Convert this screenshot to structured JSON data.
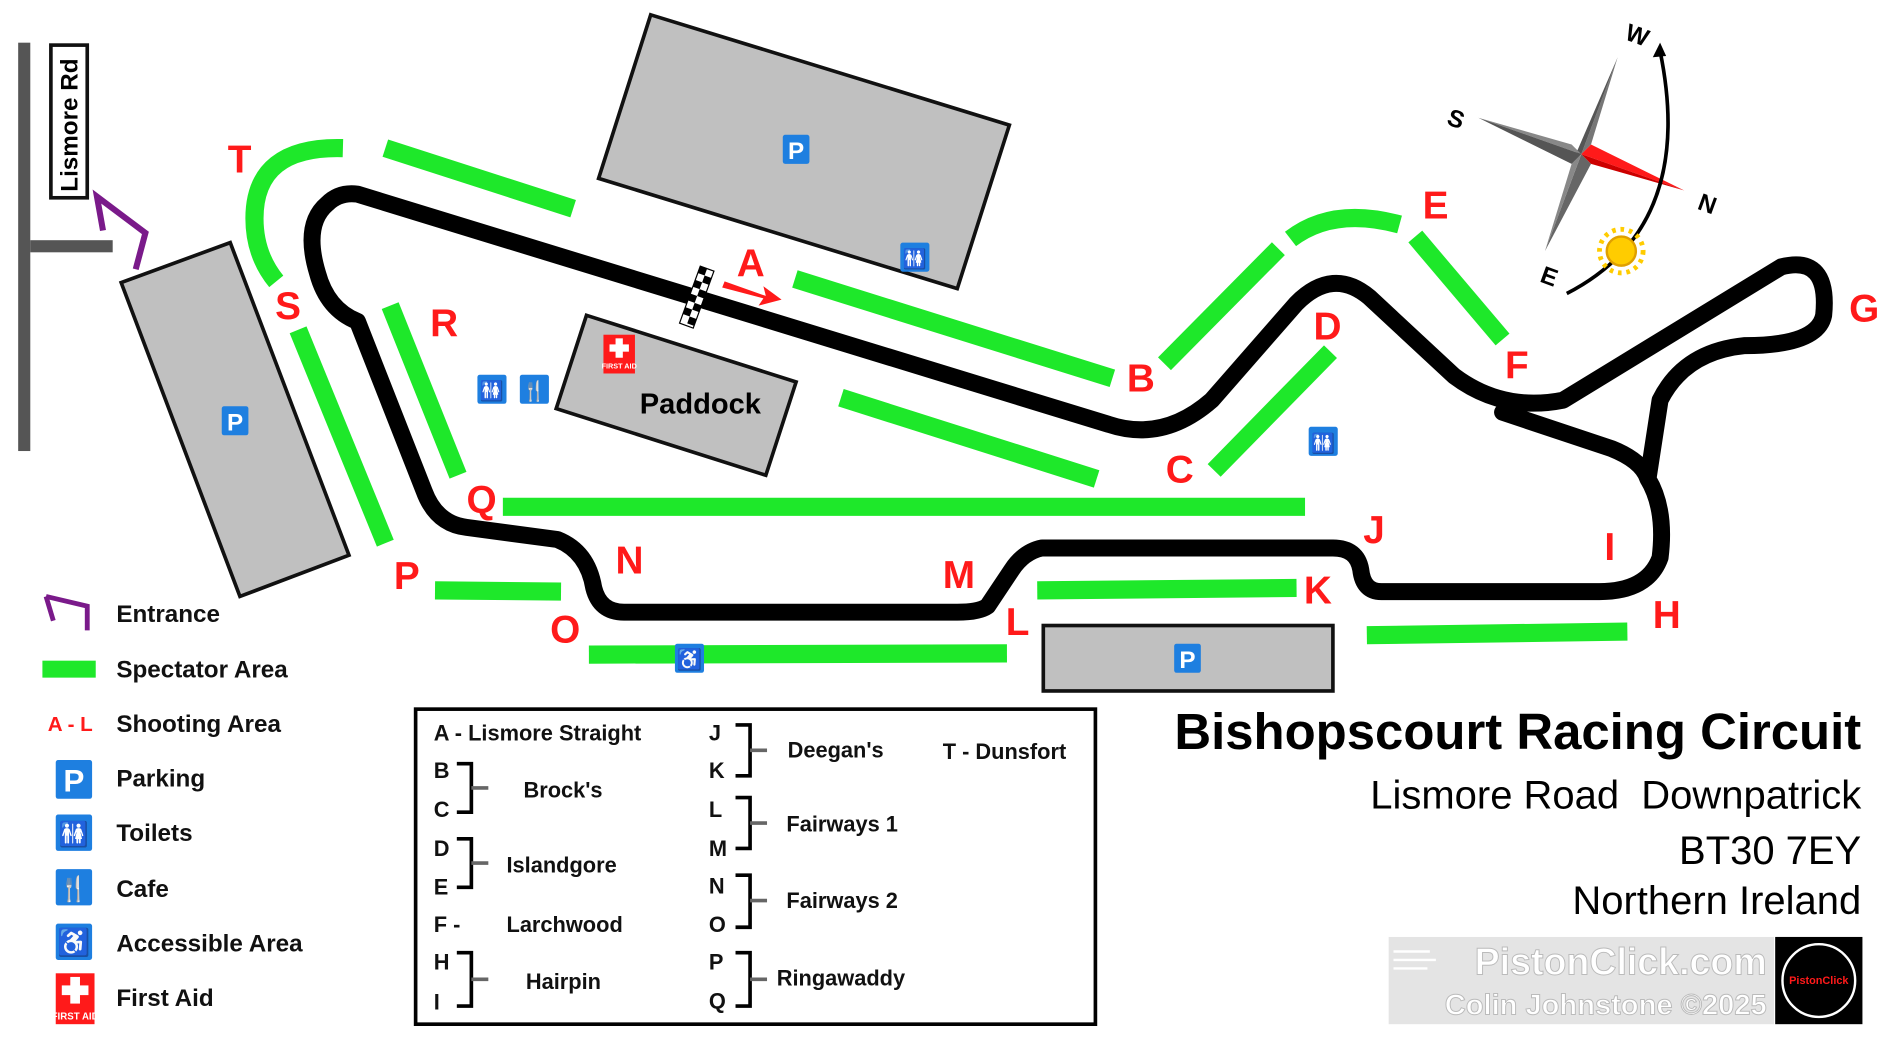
{
  "road": {
    "name": "Lismore Rd"
  },
  "corners": [
    "A",
    "B",
    "C",
    "D",
    "E",
    "F",
    "G",
    "H",
    "I",
    "J",
    "K",
    "L",
    "M",
    "N",
    "O",
    "P",
    "Q",
    "R",
    "S",
    "T"
  ],
  "paddock": "Paddock",
  "first_aid_sign": "FIRST AID",
  "parking_sign": "P",
  "compass": {
    "n": "N",
    "s": "S",
    "e": "E",
    "w": "W"
  },
  "legend": [
    {
      "icon": "entrance-icon",
      "label": "Entrance"
    },
    {
      "icon": "spectator-area-icon",
      "label": "Spectator Area"
    },
    {
      "icon": "shooting-area-icon",
      "symbol": "A - L",
      "label": "Shooting Area"
    },
    {
      "icon": "parking-icon",
      "label": "Parking"
    },
    {
      "icon": "toilets-icon",
      "label": "Toilets"
    },
    {
      "icon": "cafe-icon",
      "label": "Cafe"
    },
    {
      "icon": "accessible-icon",
      "label": "Accessible Area"
    },
    {
      "icon": "first-aid-icon",
      "label": "First Aid"
    }
  ],
  "key": {
    "a": "A - Lismore Straight",
    "bc": {
      "letters": [
        "B",
        "C"
      ],
      "name": "Brock's"
    },
    "de": {
      "letters": [
        "D",
        "E"
      ],
      "name": "Islandgore"
    },
    "f": {
      "letter": "F -",
      "name": "Larchwood"
    },
    "hi": {
      "letters": [
        "H",
        "I"
      ],
      "name": "Hairpin"
    },
    "jk": {
      "letters": [
        "J",
        "K"
      ],
      "name": "Deegan's"
    },
    "lm": {
      "letters": [
        "L",
        "M"
      ],
      "name": "Fairways 1"
    },
    "no": {
      "letters": [
        "N",
        "O"
      ],
      "name": "Fairways 2"
    },
    "pq": {
      "letters": [
        "P",
        "Q"
      ],
      "name": "Ringawaddy"
    },
    "t": "T - Dunsfort"
  },
  "title": "Bishopscourt Racing Circuit",
  "address": [
    "Lismore Road  Downpatrick",
    "BT30 7EY",
    "Northern Ireland"
  ],
  "watermark": {
    "site": "PistonClick.com",
    "credit": "Colin Johnstone ©2025",
    "logo_text": "PistonClick"
  },
  "colors": {
    "track": "#000000",
    "spectator": "#1ee82a",
    "corner_label": "#ff1a1a",
    "parking": "#c0c0c0",
    "icon_blue": "#1e7fe0",
    "entrance": "#7a1a8a"
  }
}
